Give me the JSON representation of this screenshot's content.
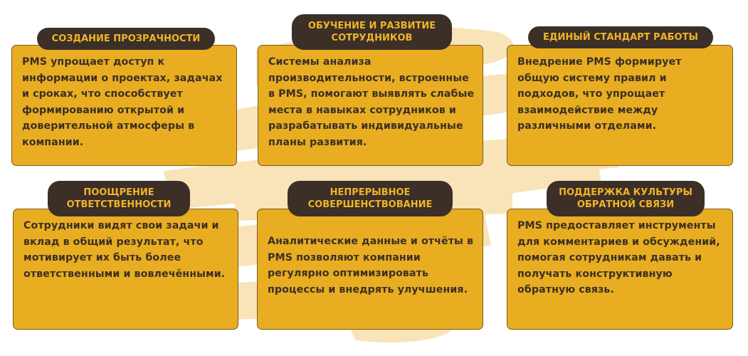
{
  "colors": {
    "card_fill": "#e8ad20",
    "card_border": "#7a5a22",
    "tag_fill": "#3b2f27",
    "tag_text": "#f0b428",
    "body_text": "#3b2f27",
    "brush_strokes": "#f8e4b8",
    "background": "#ffffff"
  },
  "cards": [
    {
      "title": "СОЗДАНИЕ ПРОЗРАЧНОСТИ",
      "text": "PMS упрощает доступ к информации о проектах, задачах и сроках, что способствует формированию открытой и доверительной атмосферы в компании."
    },
    {
      "title": "ОБУЧЕНИЕ И РАЗВИТИЕ СОТРУДНИКОВ",
      "text": "Системы анализа производительности, встроенные в PMS, помогают выявлять слабые места в навыках сотрудников и разрабатывать индивидуальные планы развития."
    },
    {
      "title": "ЕДИНЫЙ СТАНДАРТ РАБОТЫ",
      "text": "Внедрение PMS формирует общую систему правил и подходов, что упрощает взаимодействие между различными отделами."
    },
    {
      "title": "ПООЩРЕНИЕ ОТВЕТСТВЕННОСТИ",
      "text": "Сотрудники видят свои задачи и вклад в общий результат, что мотивирует их быть более ответственными и вовлечёнными."
    },
    {
      "title": "НЕПРЕРЫВНОЕ СОВЕРШЕНСТВОВАНИЕ",
      "text": "Аналитические данные и отчёты в PMS позволяют компании регулярно оптимизировать процессы и внедрять улучшения."
    },
    {
      "title": "ПОДДЕРЖКА КУЛЬТУРЫ ОБРАТНОЙ СВЯЗИ",
      "text": "PMS предоставляет инструменты для комментариев и обсуждений, помогая сотрудникам давать и получать конструктивную обратную связь."
    }
  ],
  "tag_lines": [
    [
      "СОЗДАНИЕ ПРОЗРАЧНОСТИ"
    ],
    [
      "ОБУЧЕНИЕ И РАЗВИТИЕ",
      "СОТРУДНИКОВ"
    ],
    [
      "ЕДИНЫЙ СТАНДАРТ РАБОТЫ"
    ],
    [
      "ПООЩРЕНИЕ",
      "ОТВЕТСТВЕННОСТИ"
    ],
    [
      "НЕПРЕРЫВНОЕ",
      "СОВЕРШЕНСТВОВАНИЕ"
    ],
    [
      "ПОДДЕРЖКА КУЛЬТУРЫ",
      "ОБРАТНОЙ СВЯЗИ"
    ]
  ]
}
